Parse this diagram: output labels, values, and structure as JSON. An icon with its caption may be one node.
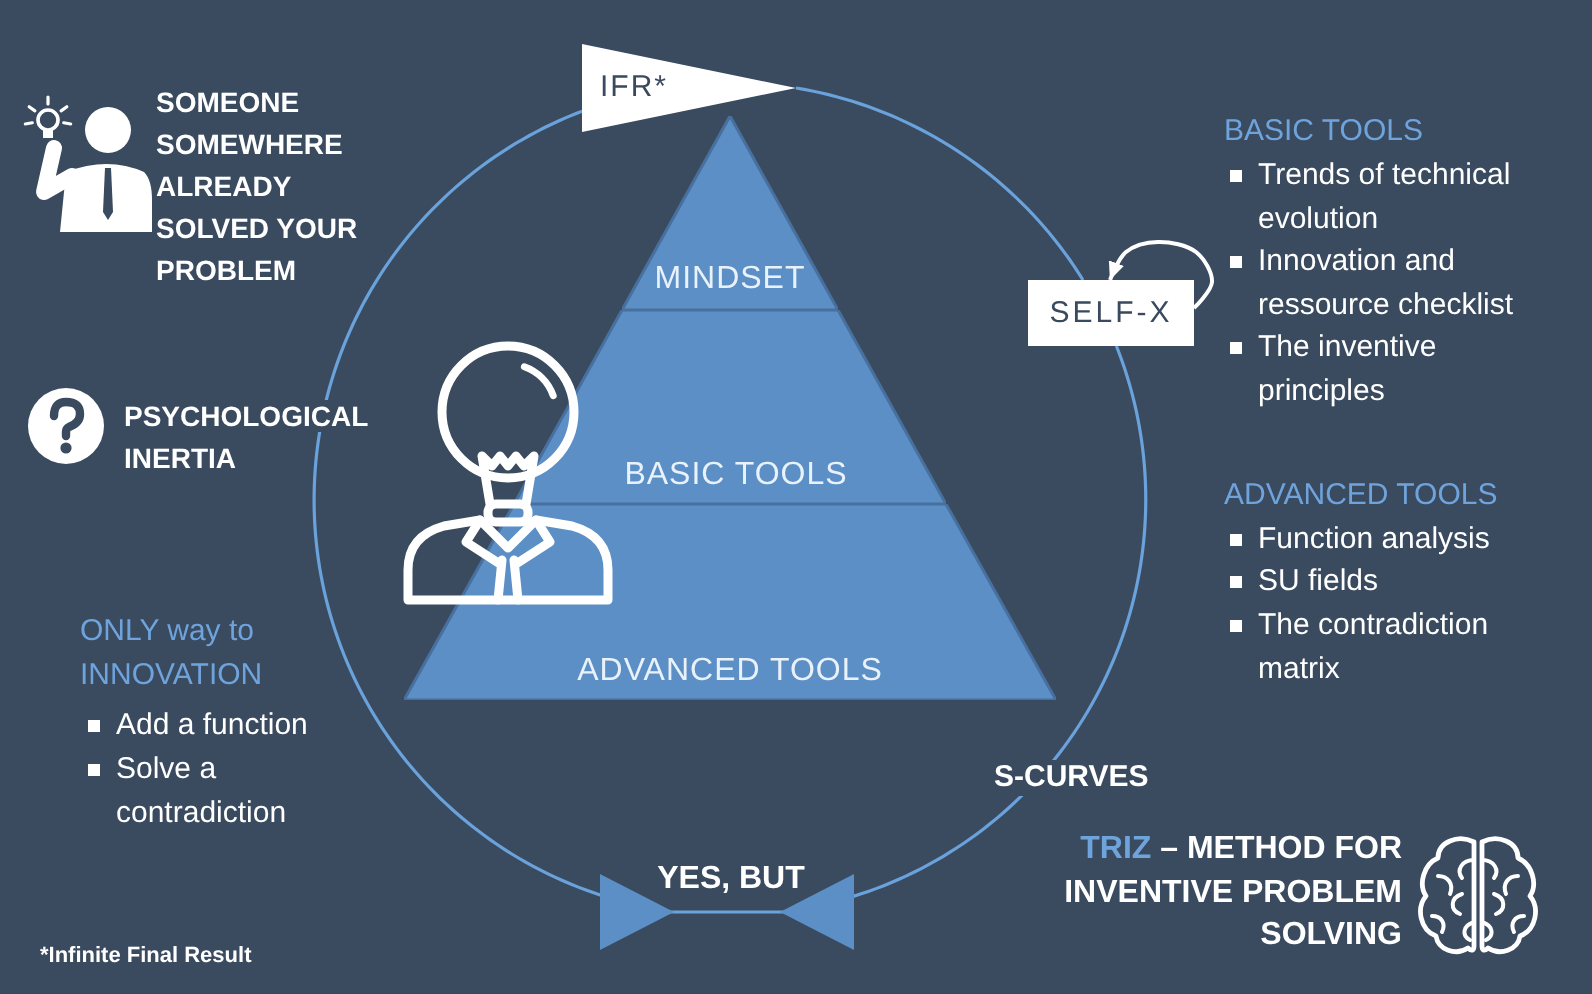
{
  "diagram": {
    "title": "TRIZ – METHOD FOR INVENTIVE PROBLEM SOLVING",
    "nodes": [
      {
        "text": [
          "IFR*"
        ]
      },
      {
        "text": [
          "MINDSET"
        ]
      },
      {
        "text": [
          "BASIC TOOLS"
        ]
      },
      {
        "text": [
          "ADVANCED TOOLS"
        ]
      },
      {
        "text": [
          "SELF-X"
        ]
      },
      {
        "text": [
          "YES, BUT"
        ]
      }
    ],
    "edges": [
      {
        "from": 0,
        "to": 4,
        "arrow": "none"
      },
      {
        "from": 4,
        "to": 4,
        "arrow": "to",
        "color": "#ffffff"
      },
      {
        "from": 4,
        "to": 5,
        "arrow": "to",
        "label": "S-CURVES"
      },
      {
        "from": 0,
        "to": 5,
        "arrow": "to"
      }
    ],
    "labels": [
      "SOMEONE SOMEWHERE ALREADY SOLVED YOUR PROBLEM",
      "BASIC TOOLS",
      "Trends of technical evolution",
      "Innovation and ressource checklist",
      "The inventive principles",
      "PSYCHOLOGICAL INERTIA",
      "ADVANCED TOOLS",
      "Function analysis",
      "SU fields",
      "The contradiction matrix",
      "ONLY way to INNOVATION",
      "Add a function",
      "Solve a contradiction",
      "*Infinite Final Result"
    ]
  }
}
